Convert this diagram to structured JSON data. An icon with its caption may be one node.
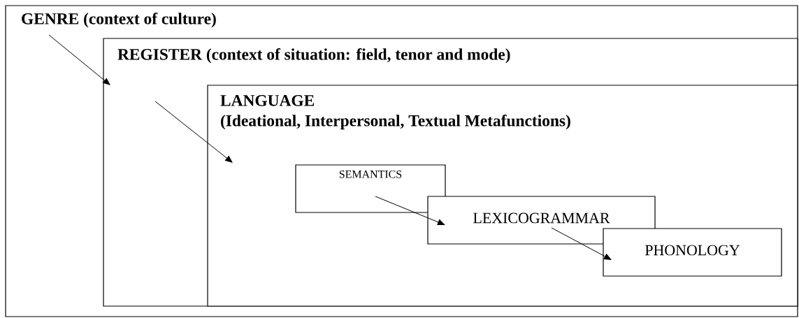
{
  "diagram": {
    "nodes": [
      {
        "text": [
          "GENRE (context of culture)"
        ]
      },
      {
        "text": [
          "REGISTER (context of situation: field, tenor and mode)"
        ],
        "in": 0
      },
      {
        "text": [
          "LANGUAGE",
          "(Ideational, Interpersonal, Textual Metafunctions)"
        ],
        "in": 1
      },
      {
        "text": [
          "SEMANTICS"
        ],
        "in": 2
      },
      {
        "text": [
          "LEXICOGRAMMAR"
        ],
        "in": 2
      },
      {
        "text": [
          "PHONOLOGY"
        ],
        "in": 2
      }
    ],
    "edges": [
      {
        "from": 0,
        "to": 1,
        "arrow": "to"
      },
      {
        "from": null,
        "to": 2,
        "arrow": "to"
      },
      {
        "from": 3,
        "to": 4,
        "arrow": "to"
      },
      {
        "from": 4,
        "to": 5,
        "arrow": "to"
      }
    ]
  }
}
